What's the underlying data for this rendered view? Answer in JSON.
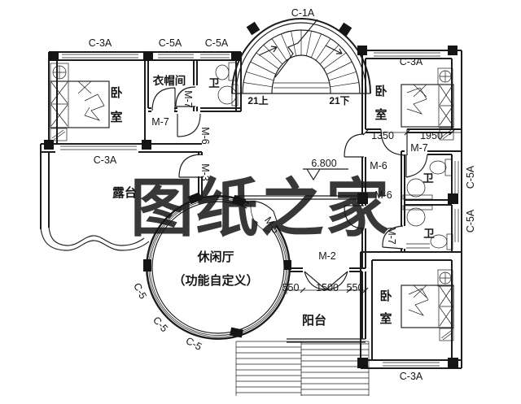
{
  "watermark": {
    "text": "图纸之家",
    "color": "#e6382f"
  },
  "window_labels": {
    "c1a": "C-1A",
    "c3a": "C-3A",
    "c5a": "C-5A",
    "c5": "C-5"
  },
  "door_labels": {
    "m2": "M-2",
    "m3": "M-3",
    "m5": "M-5",
    "m6": "M-6",
    "m7": "M-7"
  },
  "room_labels": {
    "bedroom_char1": "卧",
    "bedroom_char2": "室",
    "cloakroom": "衣帽间",
    "bathroom": "卫",
    "terrace": "露台",
    "leisure_hall": "休闲厅",
    "leisure_hall_note": "（功能自定义）",
    "balcony": "阳台"
  },
  "stair_labels": {
    "up": "21上",
    "down": "21下"
  },
  "dimensions": {
    "elevation": "6.800",
    "dim_1350": "1350",
    "dim_1950": "1950",
    "dim_550": "550",
    "dim_1500": "1500"
  }
}
